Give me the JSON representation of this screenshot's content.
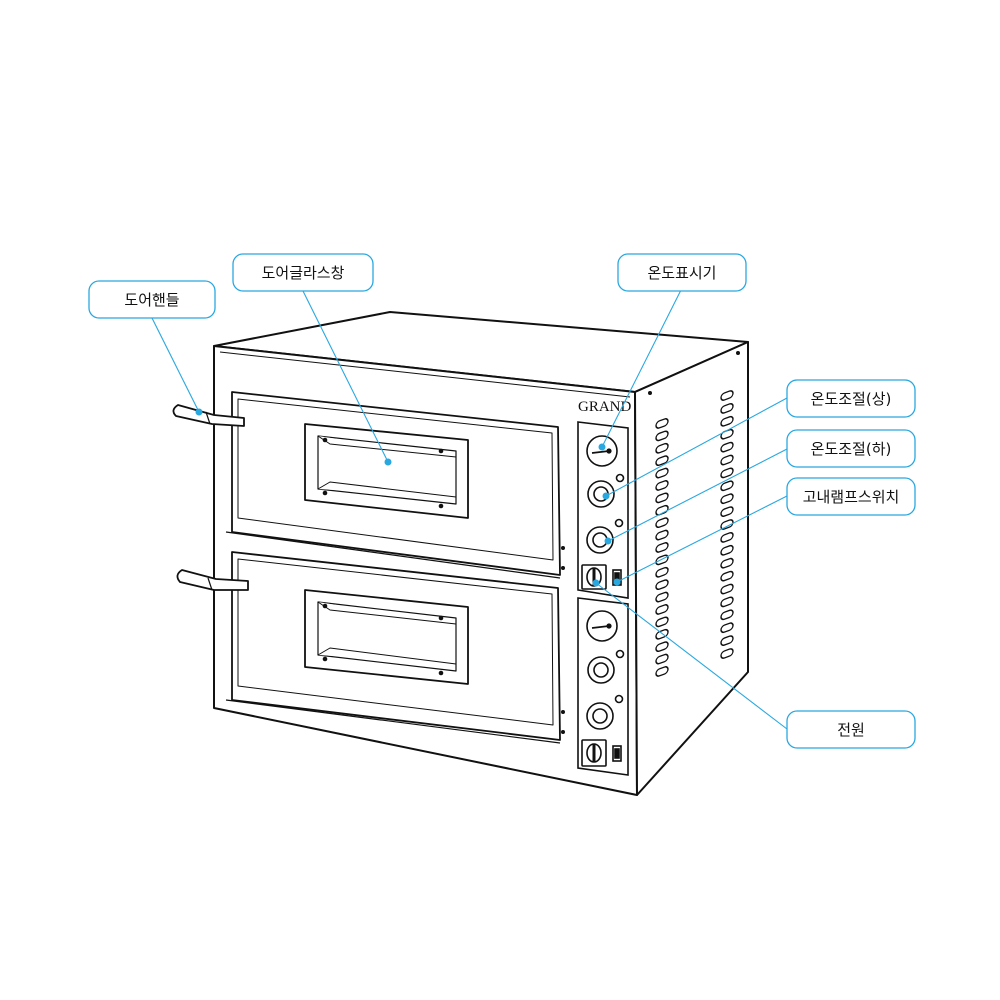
{
  "brand_label": "GRAND",
  "colors": {
    "accent": "#29a8e0",
    "outline": "#111111",
    "background": "#ffffff"
  },
  "callouts": {
    "door_handle": "도어핸들",
    "door_glass": "도어글라스창",
    "temp_display": "온도표시기",
    "temp_control_upper": "온도조절(상)",
    "temp_control_lower": "온도조절(하)",
    "lamp_switch": "고내램프스위치",
    "power": "전원"
  }
}
